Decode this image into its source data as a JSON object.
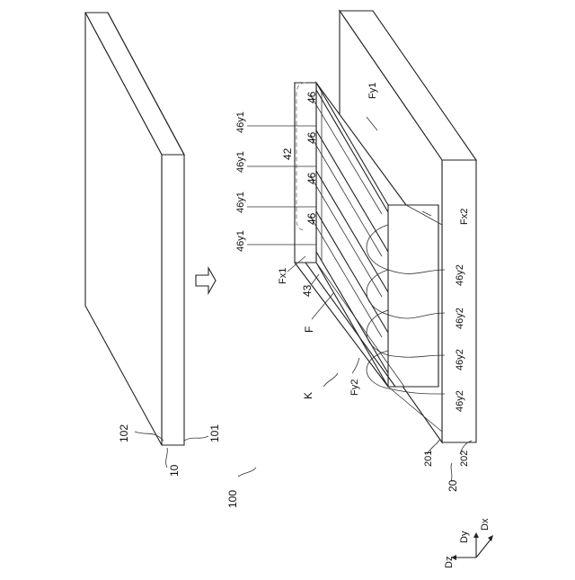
{
  "figure": {
    "labels": {
      "assembly": "100",
      "panel": "10",
      "panel_face_a": "102",
      "panel_face_b": "101",
      "substrate": "20",
      "substrate_face_a": "201",
      "substrate_face_b": "202",
      "frame": "F",
      "region": "K",
      "group": "42",
      "part_43": "43",
      "face_fx1": "Fx1",
      "face_fx2": "Fx2",
      "face_fy1": "Fy1",
      "face_fy2": "Fy2",
      "slot": "46",
      "rib_top": "46y1",
      "rib_bottom": "46y2"
    },
    "axes": {
      "dz": "Dz",
      "dy": "Dy",
      "dx": "Dx"
    }
  }
}
